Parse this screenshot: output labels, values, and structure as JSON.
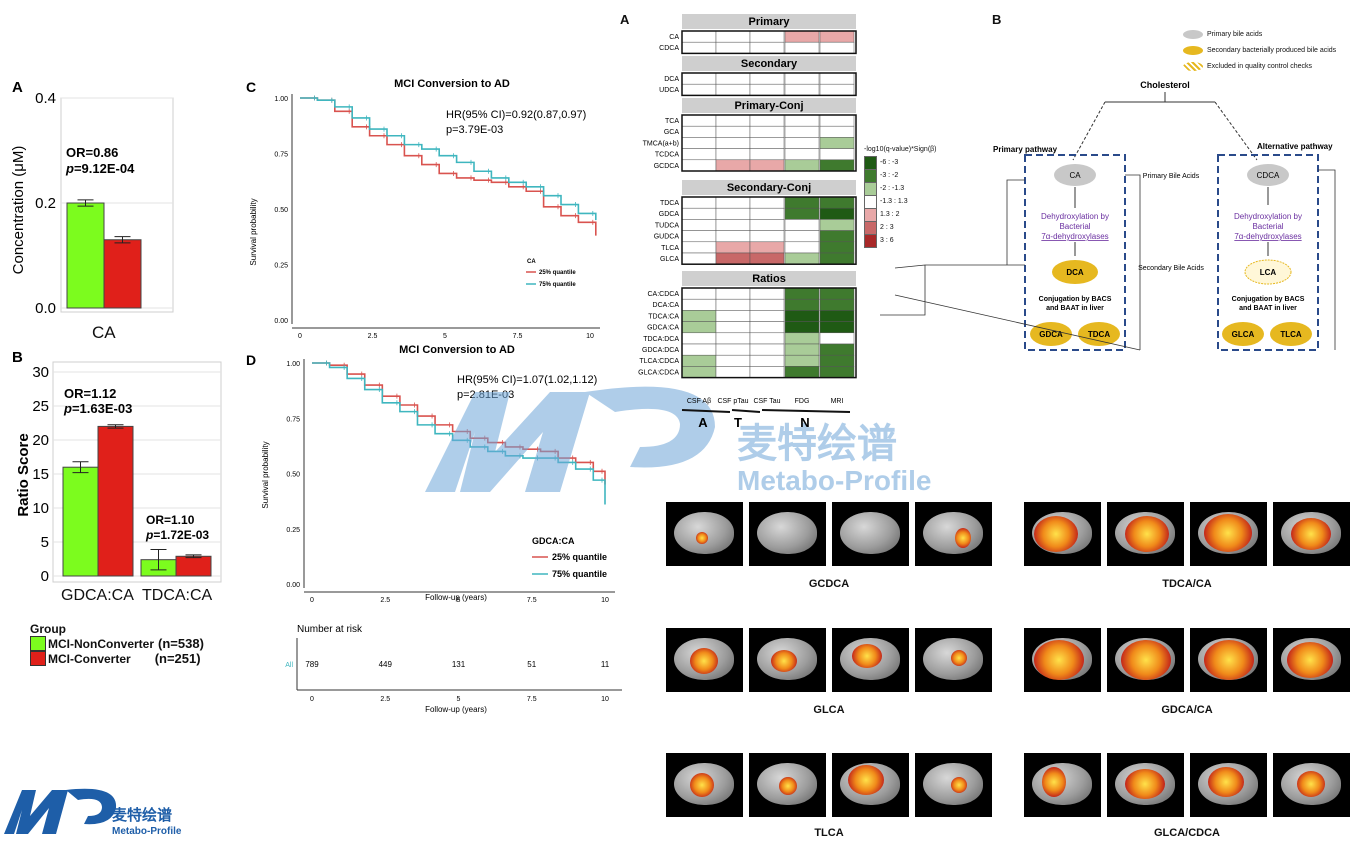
{
  "panelA_left": {
    "label": "A",
    "ylabel": "Concentration (μM)",
    "category": "CA",
    "or_text": "OR=0.86",
    "p_text_p": "p",
    "p_text_val": "=9.12E-04"
  },
  "panelB_left": {
    "label": "B",
    "ylabel": "Ratio Score",
    "or1": "OR=1.12",
    "p1_val": "=1.63E-03",
    "or2": "OR=1.10",
    "p2_val": "=1.72E-03",
    "p_letter": "p"
  },
  "legend_left": {
    "title": "Group",
    "items": [
      {
        "label": "MCI-NonConverter",
        "n": "(n=538)",
        "color": "#7CFC1E"
      },
      {
        "label": "MCI-Converter",
        "n": "(n=251)",
        "color": "#E0201A"
      }
    ]
  },
  "panelC": {
    "label": "C",
    "title": "MCI Conversion to AD",
    "hr": "HR(95% CI)=0.92(0.87,0.97)",
    "p": "p=3.79E-03",
    "ylabel": "Survival probability",
    "legend_title": "CA",
    "legend": [
      "25% quantile",
      "75% quantile"
    ]
  },
  "panelD": {
    "label": "D",
    "title": "MCI Conversion to AD",
    "hr": "HR(95% CI)=1.07(1.02,1.12)",
    "p": "p=2.81E-03",
    "ylabel": "Survival probability",
    "xlabel": "Follow-up (years)",
    "legend_title": "GDCA:CA",
    "legend": [
      "25% quantile",
      "75% quantile"
    ],
    "risk_title": "Number at risk",
    "risk_label": "All",
    "risk": [
      "789",
      "449",
      "131",
      "51",
      "11"
    ],
    "risk_xlabel": "Follow-up (years)"
  },
  "heatmap": {
    "label": "A",
    "sections": [
      "Primary",
      "Secondary",
      "Primary-Conj",
      "Secondary-Conj",
      "Ratios"
    ],
    "columns": [
      "CSF Aβ",
      "CSF pTau",
      "CSF Tau",
      "FDG",
      "MRI"
    ],
    "groups": [
      "A",
      "T",
      "N"
    ],
    "scale_title": "-log10(q-value)*Sign(β)",
    "scale": [
      "-6 : -3",
      "-3 : -2",
      "-2 : -1.3",
      "-1.3 : 1.3",
      "1.3 : 2",
      "2 : 3",
      "3 : 6"
    ],
    "scale_colors": [
      "#1f5a14",
      "#3f7a2e",
      "#a9cc98",
      "#ffffff",
      "#e8a8a8",
      "#c86868",
      "#a82828"
    ]
  },
  "pathway": {
    "label": "B",
    "legend": [
      "Primary bile acids",
      "Secondary bacterially produced bile acids",
      "Excluded in quality control checks"
    ],
    "cholesterol": "Cholesterol",
    "primary_pathway": "Primary pathway",
    "alternative_pathway": "Alternative pathway",
    "primary_bile_acids": "Primary Bile Acids",
    "secondary_bile_acids": "Secondary Bile Acids",
    "ca": "CA",
    "cdca": "CDCA",
    "dca": "DCA",
    "lca": "LCA",
    "dehydrox1": "Dehydroxylation by",
    "dehydrox2": "Bacterial",
    "dehydrox3": "7α-dehydroxylases",
    "conj1": "Conjugation by BACS",
    "conj2": "and BAAT in liver",
    "gdca": "GDCA",
    "tdca": "TDCA",
    "glca": "GLCA",
    "tlca": "TLCA"
  },
  "brains": {
    "captions": [
      "GCDCA",
      "TDCA/CA",
      "GLCA",
      "GDCA/CA",
      "TLCA",
      "GLCA/CDCA"
    ]
  },
  "watermark": {
    "cn": "麦特绘谱",
    "en": "Metabo-Profile"
  },
  "logo": {
    "cn": "麦特绘谱",
    "en": "Metabo-Profile"
  },
  "chart_data": [
    {
      "type": "bar",
      "categories": [
        "CA"
      ],
      "series": [
        {
          "name": "MCI-NonConverter",
          "values": [
            0.2
          ]
        },
        {
          "name": "MCI-Converter",
          "values": [
            0.13
          ]
        }
      ],
      "ylabel": "Concentration (μM)",
      "ylim": [
        0,
        0.4
      ]
    },
    {
      "type": "bar",
      "categories": [
        "GDCA:CA",
        "TDCA:CA"
      ],
      "series": [
        {
          "name": "MCI-NonConverter",
          "values": [
            16,
            2.4
          ]
        },
        {
          "name": "MCI-Converter",
          "values": [
            22,
            2.9
          ]
        }
      ],
      "ylabel": "Ratio Score",
      "ylim": [
        0,
        30
      ]
    },
    {
      "type": "line",
      "title": "MCI Conversion to AD",
      "ylabel": "Survival probability",
      "xlim": [
        0,
        10
      ],
      "ylim": [
        0,
        1
      ],
      "series": [
        {
          "name": "25% quantile",
          "x": [
            0,
            0.6,
            1.2,
            1.8,
            2.4,
            3,
            3.6,
            4.2,
            4.8,
            5.4,
            6,
            6.6,
            7.2,
            7.8,
            8.4,
            9,
            9.6,
            10.2
          ],
          "y": [
            1,
            0.99,
            0.94,
            0.87,
            0.83,
            0.79,
            0.74,
            0.7,
            0.66,
            0.64,
            0.63,
            0.62,
            0.6,
            0.58,
            0.51,
            0.47,
            0.44,
            0.38
          ]
        },
        {
          "name": "75% quantile",
          "x": [
            0,
            0.6,
            1.2,
            1.8,
            2.4,
            3,
            3.6,
            4.2,
            4.8,
            5.4,
            6,
            6.6,
            7.2,
            7.8,
            8.4,
            9,
            9.6,
            10.2
          ],
          "y": [
            1,
            0.99,
            0.96,
            0.91,
            0.86,
            0.83,
            0.79,
            0.77,
            0.74,
            0.71,
            0.67,
            0.64,
            0.62,
            0.6,
            0.56,
            0.52,
            0.48,
            0.45
          ]
        }
      ]
    },
    {
      "type": "line",
      "title": "MCI Conversion to AD",
      "ylabel": "Survival probability",
      "xlabel": "Follow-up (years)",
      "xlim": [
        0,
        10
      ],
      "ylim": [
        0,
        1
      ],
      "series": [
        {
          "name": "25% quantile",
          "x": [
            0,
            0.6,
            1.2,
            1.8,
            2.4,
            3,
            3.6,
            4.2,
            4.8,
            5.4,
            6,
            6.6,
            7.2,
            7.8,
            8.4,
            9,
            9.6,
            10
          ],
          "y": [
            1,
            0.99,
            0.95,
            0.9,
            0.85,
            0.81,
            0.76,
            0.72,
            0.69,
            0.66,
            0.64,
            0.62,
            0.61,
            0.6,
            0.57,
            0.55,
            0.51,
            0.45
          ]
        },
        {
          "name": "75% quantile",
          "x": [
            0,
            0.6,
            1.2,
            1.8,
            2.4,
            3,
            3.6,
            4.2,
            4.8,
            5.4,
            6,
            6.6,
            7.2,
            7.8,
            8.4,
            9,
            9.6,
            10
          ],
          "y": [
            1,
            0.98,
            0.93,
            0.88,
            0.82,
            0.78,
            0.72,
            0.68,
            0.65,
            0.62,
            0.6,
            0.58,
            0.57,
            0.57,
            0.55,
            0.52,
            0.47,
            0.36
          ]
        }
      ]
    },
    {
      "type": "heatmap",
      "rows": [
        "CA",
        "CDCA",
        "DCA",
        "UDCA",
        "TCA",
        "GCA",
        "TMCA(a+b)",
        "TCDCA",
        "GCDCA",
        "TDCA",
        "GDCA",
        "TUDCA",
        "GUDCA",
        "TLCA",
        "GLCA",
        "CA:CDCA",
        "DCA:CA",
        "TDCA:CA",
        "GDCA:CA",
        "TDCA:DCA",
        "GDCA:DCA",
        "TLCA:CDCA",
        "GLCA:CDCA"
      ],
      "columns": [
        "CSF Aβ",
        "CSF pTau",
        "CSF Tau",
        "FDG",
        "MRI"
      ],
      "values": [
        [
          0,
          0,
          0,
          1.5,
          1.5
        ],
        [
          0,
          0,
          0,
          0,
          0
        ],
        [
          0,
          0,
          0,
          0,
          0
        ],
        [
          0,
          0,
          0,
          0,
          0
        ],
        [
          0,
          0,
          0,
          0,
          0
        ],
        [
          0,
          0,
          0,
          0,
          0
        ],
        [
          0,
          0,
          0,
          0,
          -1.5
        ],
        [
          0,
          0,
          0,
          0,
          0
        ],
        [
          0,
          1.5,
          1.5,
          -1.5,
          -2.5
        ],
        [
          0,
          0,
          0,
          -2.5,
          -2.5
        ],
        [
          0,
          0,
          0,
          -2.5,
          -4
        ],
        [
          0,
          0,
          0,
          0,
          -1.5
        ],
        [
          0,
          0,
          0,
          0,
          -2.5
        ],
        [
          0,
          1.5,
          1.5,
          0,
          -2.5
        ],
        [
          0,
          2.5,
          2.5,
          -1.5,
          -2.5
        ],
        [
          0,
          0,
          0,
          -2.5,
          -2.5
        ],
        [
          0,
          0,
          0,
          -2.5,
          -2.5
        ],
        [
          -1.5,
          0,
          0,
          -4,
          -4
        ],
        [
          -1.5,
          0,
          0,
          -4,
          -4
        ],
        [
          0,
          0,
          0,
          -1.5,
          0
        ],
        [
          0,
          0,
          0,
          -1.5,
          -2.5
        ],
        [
          -1.5,
          0,
          0,
          -1.5,
          -2.5
        ],
        [
          -1.5,
          0,
          0,
          -2.5,
          -2.5
        ]
      ]
    }
  ]
}
